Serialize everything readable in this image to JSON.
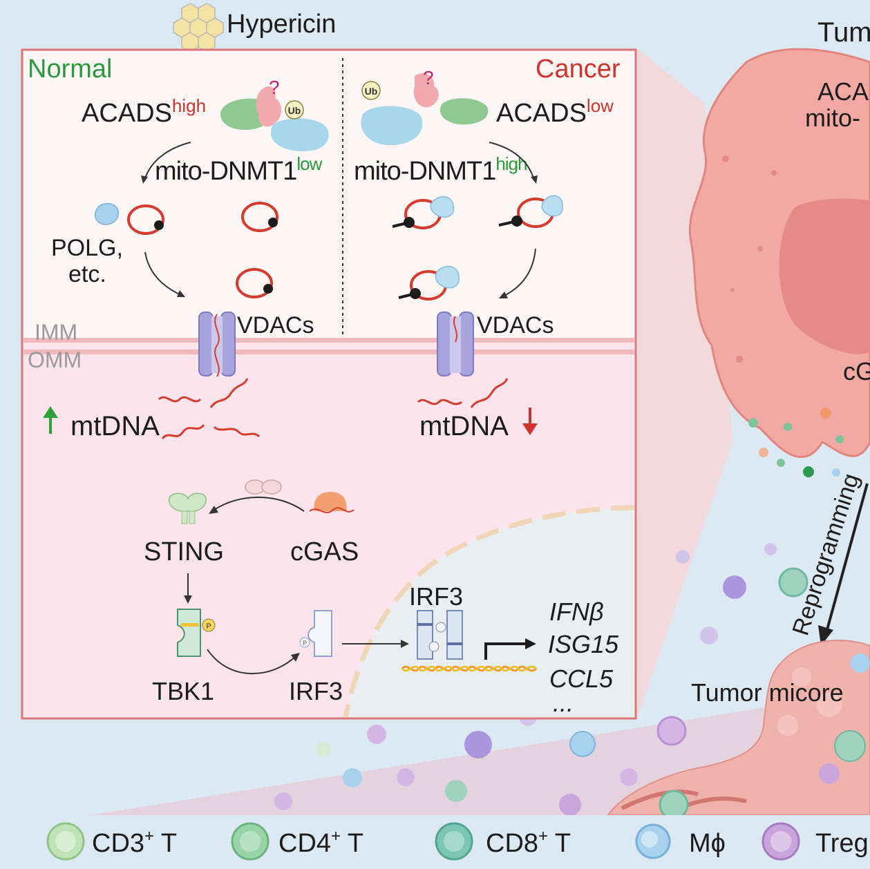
{
  "drug": "Hypericin",
  "normal": {
    "title": "Normal",
    "acads": "ACADS",
    "acads_sup": "high",
    "ub": "Ub",
    "question": "?",
    "dnmt": "mito-DNMT1",
    "dnmt_sup": "low",
    "polg1": "POLG,",
    "polg2": "etc.",
    "vdacs": "VDACs",
    "mtdna": "mtDNA"
  },
  "cancer": {
    "title": "Cancer",
    "acads": "ACADS",
    "acads_sup": "low",
    "ub": "Ub",
    "question": "?",
    "dnmt": "mito-DNMT1",
    "dnmt_sup": "high",
    "vdacs": "VDACs",
    "mtdna": "mtDNA"
  },
  "membranes": {
    "imm": "IMM",
    "omm": "OMM"
  },
  "pathway": {
    "sting": "STING",
    "cgas": "cGAS",
    "tbk1": "TBK1",
    "irf3_left": "IRF3",
    "irf3_dimer": "IRF3",
    "phos": "P",
    "genes": [
      "IFNβ",
      "ISG15",
      "CCL5",
      "..."
    ]
  },
  "right_panel": {
    "title_partial": "Tum",
    "line1_partial": "ACA",
    "line2_partial": "mito-",
    "cg_partial": "cG",
    "reprogramming": "Reprogramming",
    "microenv_partial": "Tumor micore"
  },
  "legend": [
    {
      "sup": "+",
      "label": "CD3",
      "suffix": "T",
      "color": "#bfe3b6"
    },
    {
      "sup": "+",
      "label": "CD4",
      "suffix": "T",
      "color": "#97d4a8"
    },
    {
      "sup": "+",
      "label": "CD8",
      "suffix": "T",
      "color": "#7cc6b2"
    },
    {
      "sup": "",
      "label": "Mϕ",
      "suffix": "",
      "color": "#a7d1ec"
    },
    {
      "sup": "",
      "label": "Treg",
      "suffix": "",
      "color": "#c9a5dc"
    }
  ],
  "colors": {
    "normal_green": "#2a9a3a",
    "cancer_red": "#d0332a",
    "panel_border": "#d87878",
    "tumor_pink": "#f2a9a4",
    "dna_red": "#d63c2e",
    "arrow_up": "#2ea23a",
    "arrow_down": "#d0332a"
  }
}
